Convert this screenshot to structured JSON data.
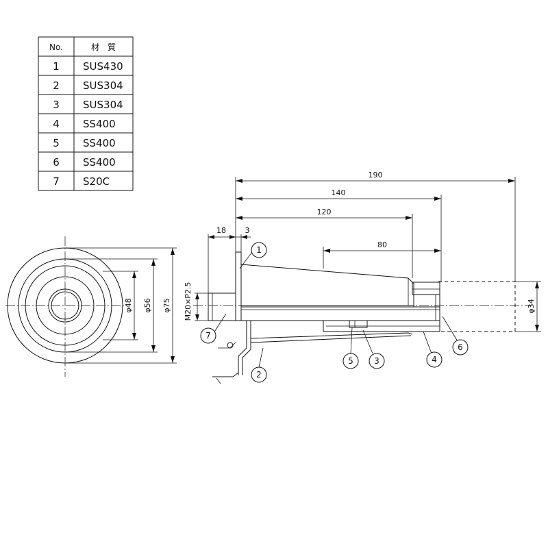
{
  "material_table": {
    "header": {
      "no": "No.",
      "material": "材　質"
    },
    "rows": [
      {
        "no": "1",
        "material": "SUS430"
      },
      {
        "no": "2",
        "material": "SUS304"
      },
      {
        "no": "3",
        "material": "SUS304"
      },
      {
        "no": "4",
        "material": "SS400"
      },
      {
        "no": "5",
        "material": "SS400"
      },
      {
        "no": "6",
        "material": "SS400"
      },
      {
        "no": "7",
        "material": "S20C"
      }
    ]
  },
  "dimensions": {
    "d190": "190",
    "d140": "140",
    "d120": "120",
    "d80": "80",
    "d18": "18",
    "d3": "3",
    "thread": "M20×P2.5",
    "phi34": "φ34",
    "phi48": "φ48",
    "phi56": "φ56",
    "phi75": "φ75"
  },
  "callouts": [
    "1",
    "2",
    "3",
    "4",
    "5",
    "6",
    "7"
  ]
}
